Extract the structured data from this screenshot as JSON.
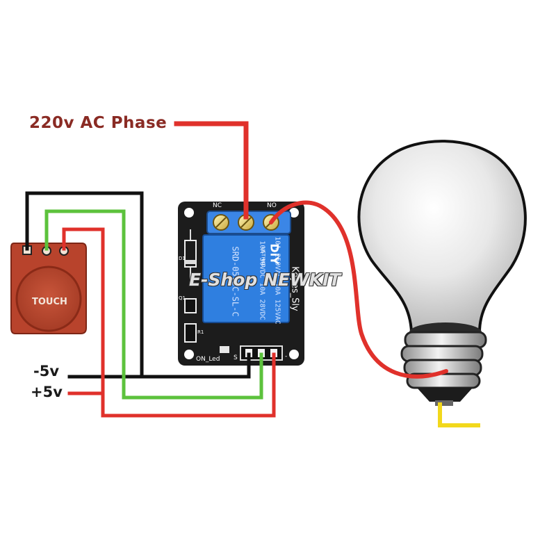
{
  "labels": {
    "phase": "220v AC Phase",
    "neg_supply": "-5v",
    "pos_supply": "+5v"
  },
  "touch_sensor": {
    "text": "TOUCH"
  },
  "relay": {
    "terminal_nc": "NC",
    "terminal_no": "NO",
    "model_lines": [
      "10A 250VAC 10A 125VAC",
      "10A 30VDC 10A 28VDC",
      "SRD-05VDC-SL-C"
    ],
    "brand_logo": "DiY",
    "brand_sub": "USTHAD",
    "maker": "Keyes_Sly",
    "pin_label_led": "ON_Led",
    "pin_label_s": "S",
    "pin_label_minus": "-",
    "comp_d1": "D1",
    "comp_q1": "Q1",
    "comp_r1": "R1"
  },
  "watermark": "E-Shop NEWKIT",
  "colors": {
    "wire_red": "#e0312b",
    "wire_green": "#5cc23c",
    "wire_black": "#111111",
    "wire_yellow": "#f2d81c",
    "relay_pcb": "#1c1c1c",
    "relay_body": "#2f7fe0",
    "touch_pad": "#b8432c",
    "label_dark_red": "#8a2b24"
  }
}
